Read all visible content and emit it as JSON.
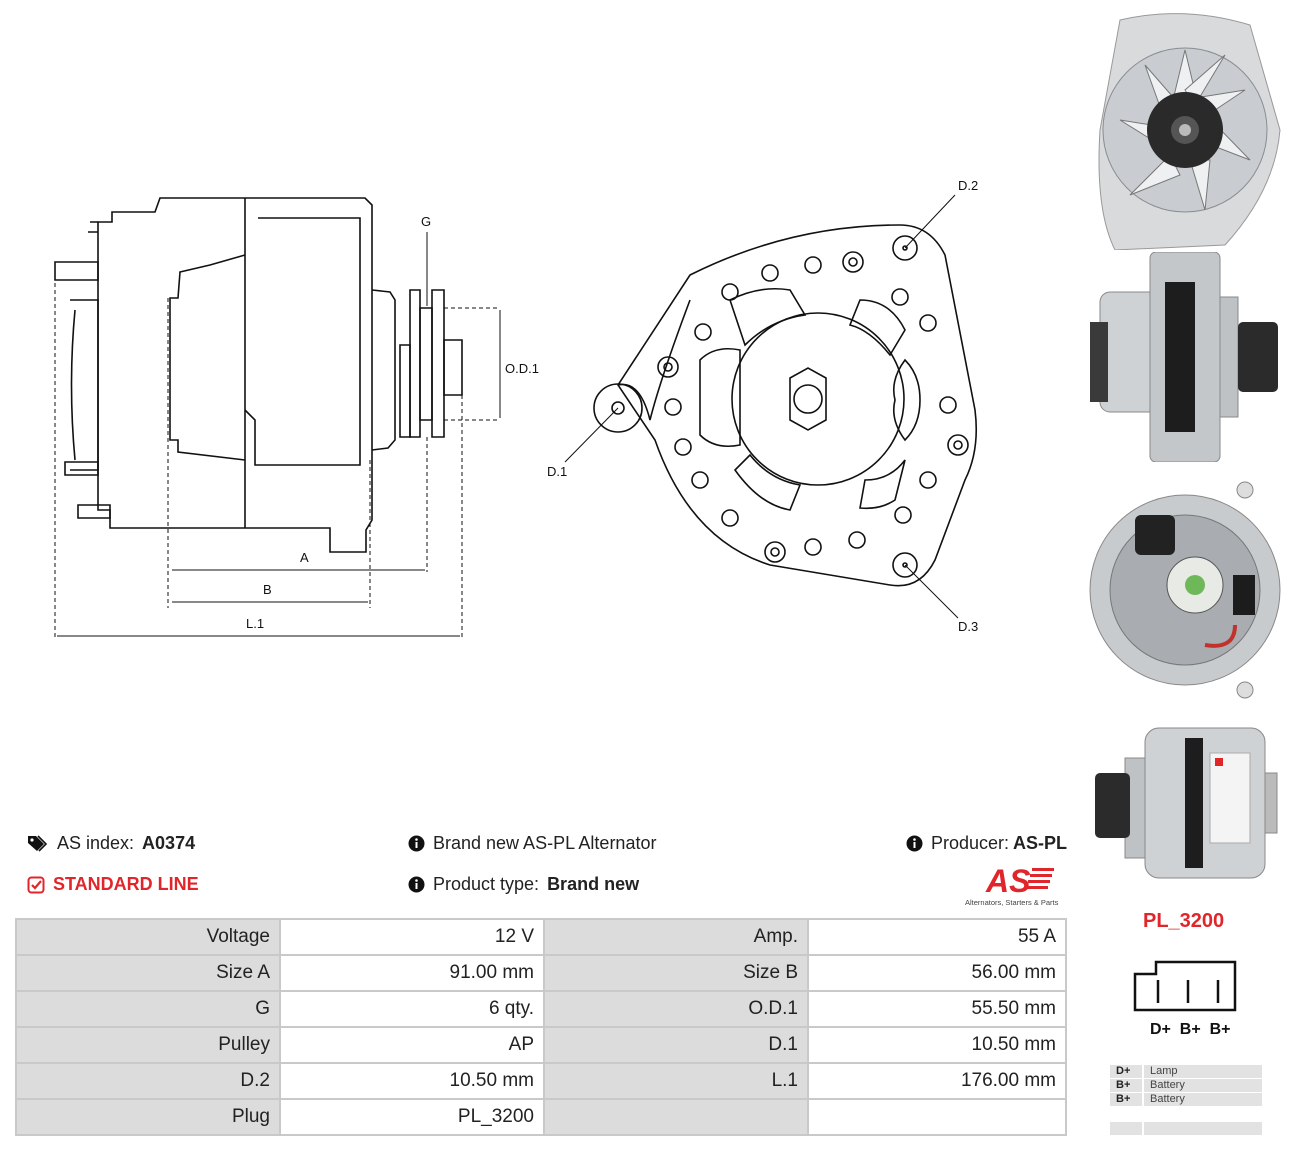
{
  "drawing": {
    "labels": {
      "g": "G",
      "od1": "O.D.1",
      "a": "A",
      "b": "B",
      "l1": "L.1",
      "d1": "D.1",
      "d2": "D.2",
      "d3": "D.3"
    }
  },
  "info": {
    "as_index_label": "AS index:",
    "as_index_value": "A0374",
    "line": "STANDARD LINE",
    "brand_text": "Brand new AS-PL Alternator",
    "product_type_label": "Product type:",
    "product_type_value": "Brand new",
    "producer_label": "Producer:",
    "producer_value": "AS-PL",
    "logo_text": "AS",
    "logo_tagline": "Alternators, Starters & Parts"
  },
  "specs": [
    {
      "l1": "Voltage",
      "v1": "12 V",
      "l2": "Amp.",
      "v2": "55 A"
    },
    {
      "l1": "Size A",
      "v1": "91.00 mm",
      "l2": "Size B",
      "v2": "56.00 mm"
    },
    {
      "l1": "G",
      "v1": "6 qty.",
      "l2": "O.D.1",
      "v2": "55.50 mm"
    },
    {
      "l1": "Pulley",
      "v1": "AP",
      "l2": "D.1",
      "v2": "10.50 mm"
    },
    {
      "l1": "D.2",
      "v1": "10.50 mm",
      "l2": "L.1",
      "v2": "176.00 mm"
    },
    {
      "l1": "Plug",
      "v1": "PL_3200",
      "l2": "",
      "v2": ""
    }
  ],
  "plug": {
    "name": "PL_3200",
    "pins": "D+  B+  B+",
    "legend": [
      {
        "key": "D+",
        "value": "Lamp"
      },
      {
        "key": "B+",
        "value": "Battery"
      },
      {
        "key": "B+",
        "value": "Battery"
      },
      {
        "key": "",
        "value": ""
      }
    ]
  },
  "colors": {
    "accent_red": "#e0262b",
    "table_label_bg": "#dcdcdc",
    "table_border": "#c9c9c9"
  }
}
